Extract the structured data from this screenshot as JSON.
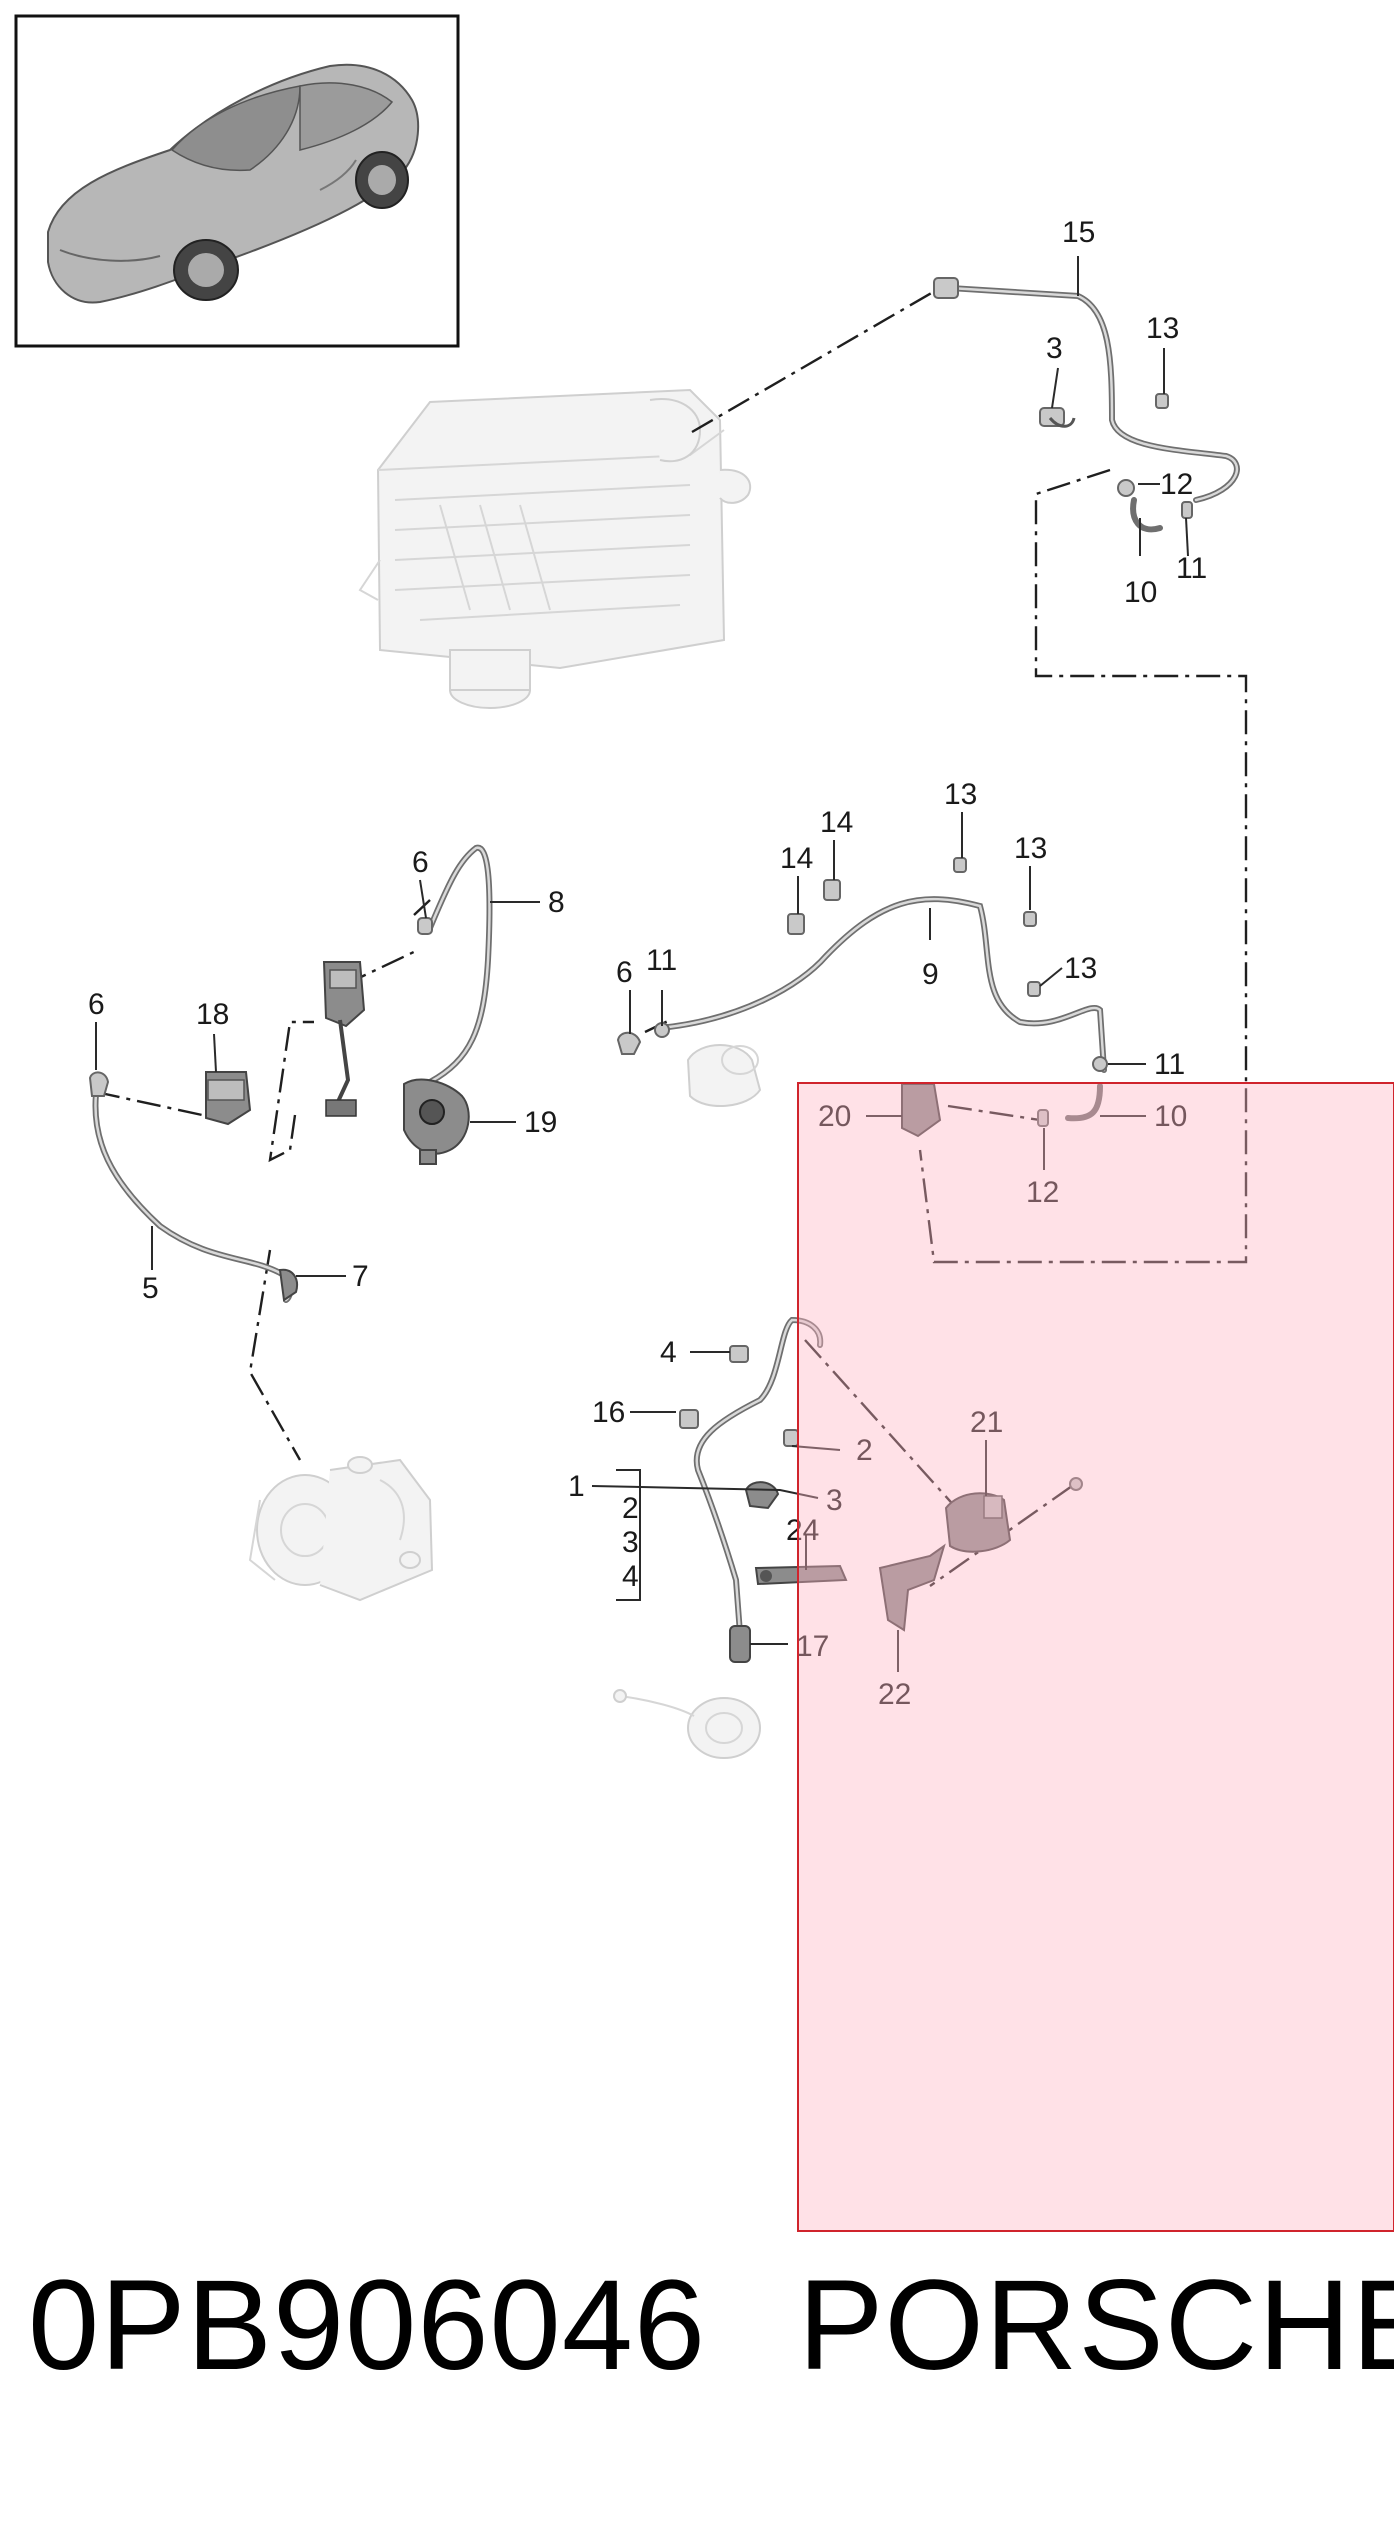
{
  "diagram": {
    "callouts": {
      "c15": "15",
      "c13a": "13",
      "c3a": "3",
      "c12a": "12",
      "c10a": "10",
      "c11a": "11",
      "c6a": "6",
      "c8": "8",
      "c6b": "6",
      "c18": "18",
      "c19": "19",
      "c5": "5",
      "c7": "7",
      "c14a": "14",
      "c14b": "14",
      "c13b": "13",
      "c13c": "13",
      "c9": "9",
      "c13d": "13",
      "c6c": "6",
      "c11b": "11",
      "c11c": "11",
      "c20": "20",
      "c10b": "10",
      "c12b": "12",
      "c4": "4",
      "c16": "16",
      "c2a": "2",
      "c21": "21",
      "c1": "1",
      "c3b": "3",
      "c24": "24",
      "c2b": "2",
      "c3c": "3",
      "c4b": "4",
      "c17": "17",
      "c22": "22"
    },
    "highlight_color": "#ffc0cc",
    "highlight_border": "#d0242c",
    "thumbnail_icon": "sports-car-icon"
  },
  "footer": {
    "part_number": "0PB906046",
    "brand": "PORSCHE"
  }
}
